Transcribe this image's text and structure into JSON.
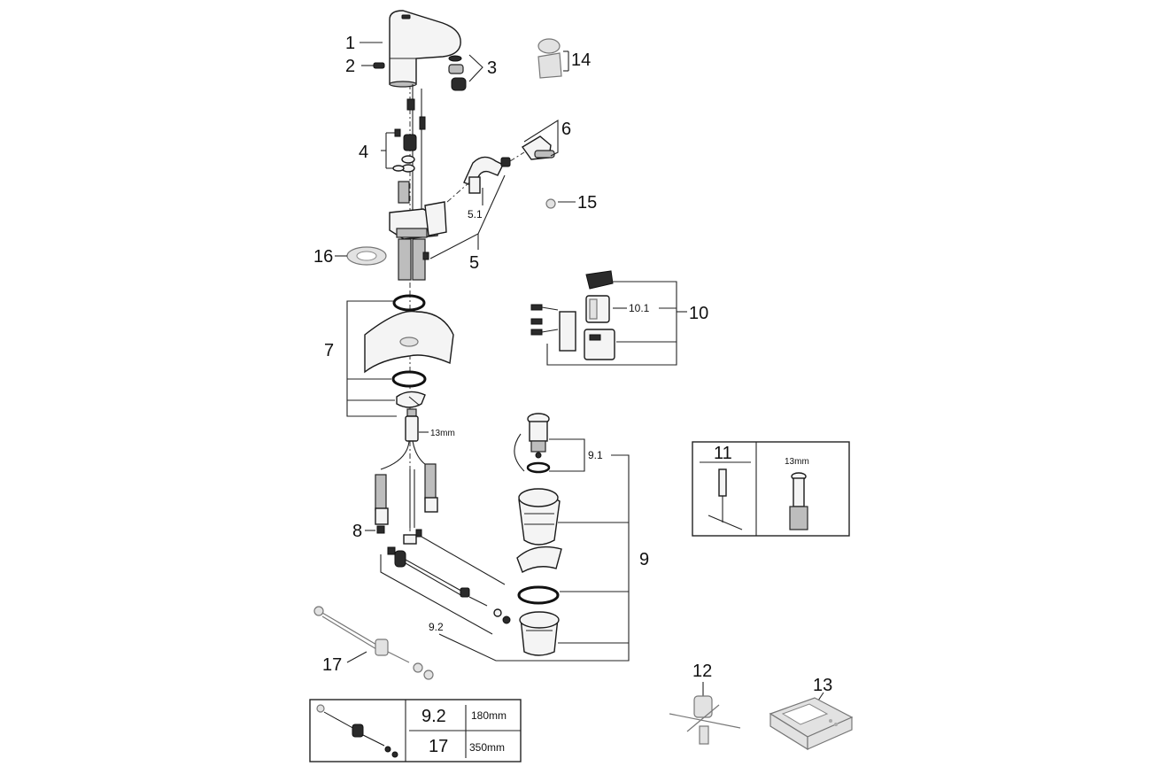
{
  "callouts": {
    "c1": "1",
    "c2": "2",
    "c3": "3",
    "c4": "4",
    "c5": "5",
    "c5_1": "5.1",
    "c6": "6",
    "c7": "7",
    "c8": "8",
    "c9": "9",
    "c9_1": "9.1",
    "c9_2": "9.2",
    "c10": "10",
    "c10_1": "10.1",
    "c12": "12",
    "c13": "13",
    "c14": "14",
    "c15": "15",
    "c16": "16",
    "c17": "17"
  },
  "wrench_size": "13mm",
  "tool_box": {
    "label": "11",
    "size": "13mm"
  },
  "length_table": {
    "rows": [
      {
        "part": "9.2",
        "length": "180mm"
      },
      {
        "part": "17",
        "length": "350mm"
      }
    ]
  }
}
